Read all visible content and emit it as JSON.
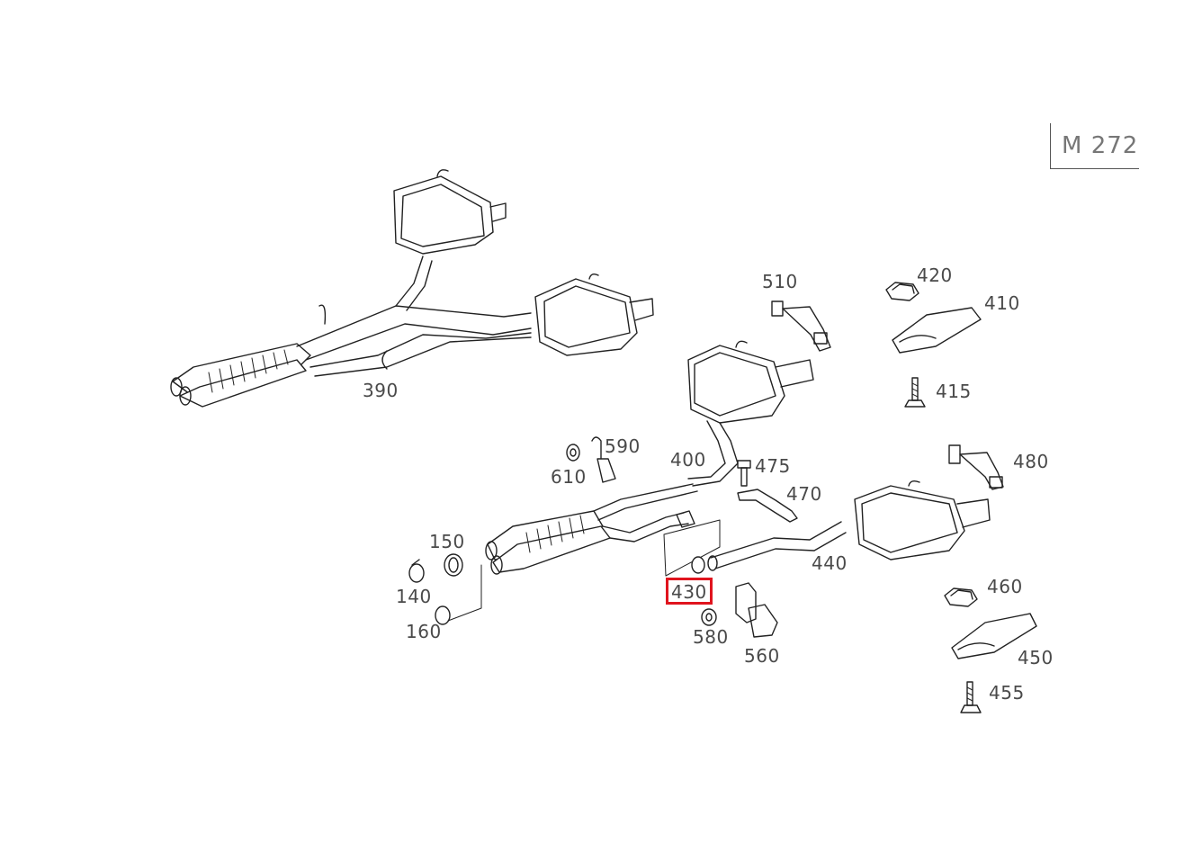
{
  "diagram": {
    "engine_code": "M 272",
    "highlight_color": "#e0141e",
    "line_color": "#222222",
    "label_color": "#4a4a4a",
    "selected_part": "430",
    "parts": [
      {
        "id": "p390",
        "label": "390"
      },
      {
        "id": "p510",
        "label": "510"
      },
      {
        "id": "p420",
        "label": "420"
      },
      {
        "id": "p410",
        "label": "410"
      },
      {
        "id": "p415",
        "label": "415"
      },
      {
        "id": "p590",
        "label": "590"
      },
      {
        "id": "p610",
        "label": "610"
      },
      {
        "id": "p400",
        "label": "400"
      },
      {
        "id": "p475",
        "label": "475"
      },
      {
        "id": "p470",
        "label": "470"
      },
      {
        "id": "p480",
        "label": "480"
      },
      {
        "id": "p150",
        "label": "150"
      },
      {
        "id": "p140",
        "label": "140"
      },
      {
        "id": "p160",
        "label": "160"
      },
      {
        "id": "p430",
        "label": "430"
      },
      {
        "id": "p440",
        "label": "440"
      },
      {
        "id": "p460",
        "label": "460"
      },
      {
        "id": "p580",
        "label": "580"
      },
      {
        "id": "p560",
        "label": "560"
      },
      {
        "id": "p450",
        "label": "450"
      },
      {
        "id": "p455",
        "label": "455"
      }
    ]
  }
}
